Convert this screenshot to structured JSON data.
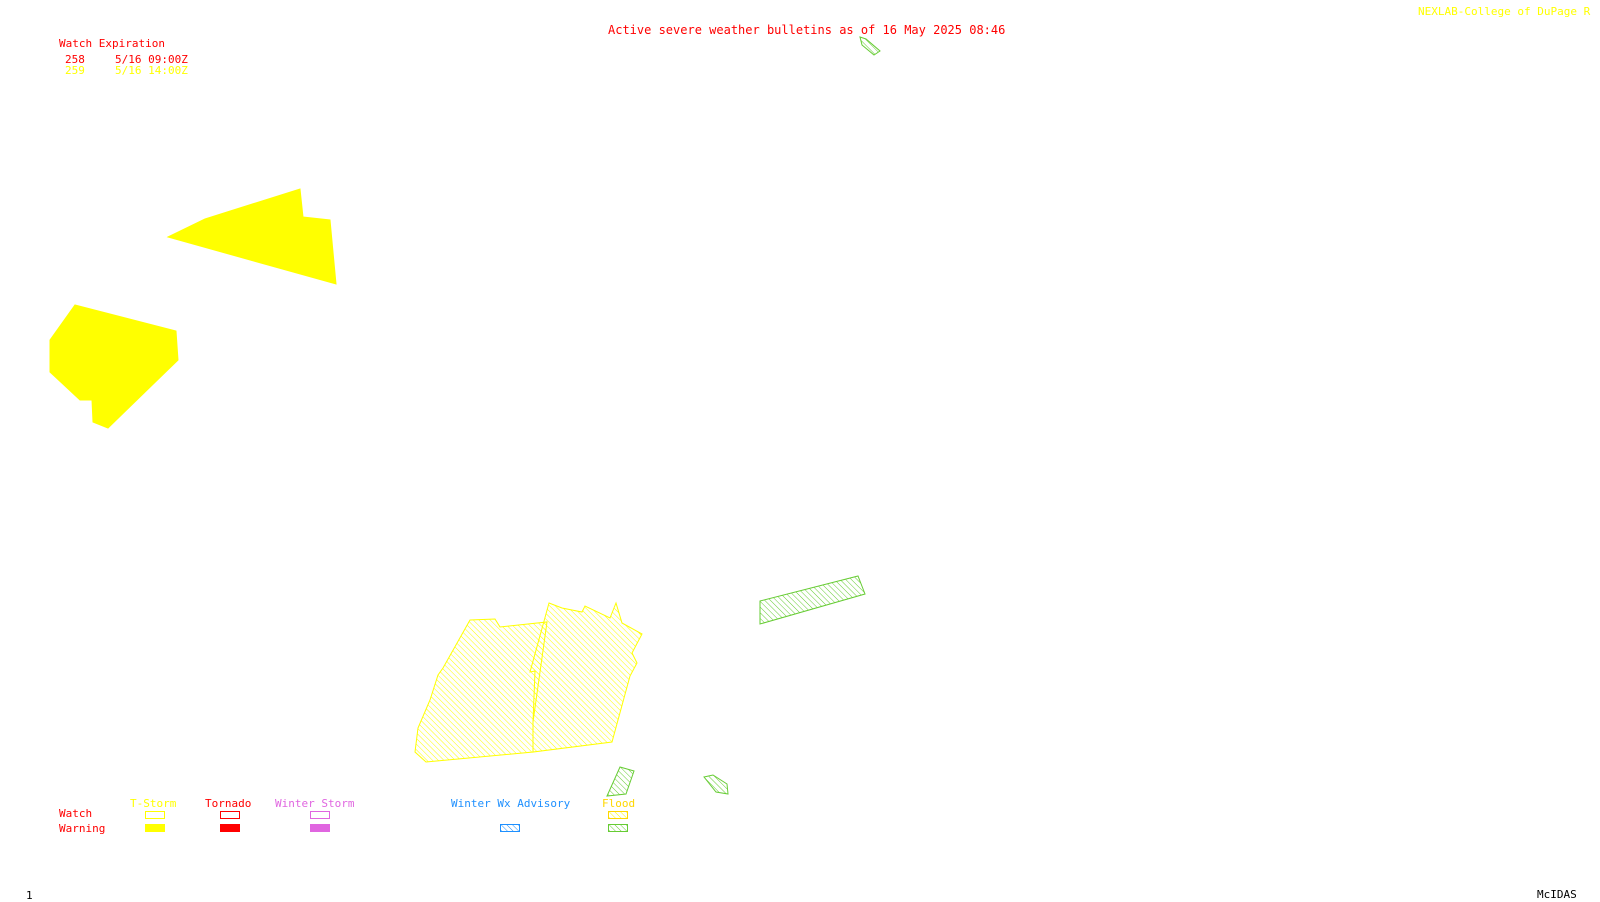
{
  "header": {
    "title": "Active severe weather bulletins as of 16 May 2025 08:46",
    "credit": "NEXLAB-College of DuPage R"
  },
  "watch_table": {
    "heading": "Watch Expiration",
    "rows": [
      {
        "id": "258",
        "expires": "5/16 09:00Z",
        "color": "#ff0000"
      },
      {
        "id": "259",
        "expires": "5/16 14:00Z",
        "color": "#ffff00"
      }
    ]
  },
  "legend": {
    "row_labels": {
      "watch": "Watch",
      "warning": "Warning"
    },
    "categories": [
      {
        "label": "T-Storm",
        "color": "#ffff00",
        "watch_style": "outline",
        "warning_style": "solid"
      },
      {
        "label": "Tornado",
        "color": "#ff0000",
        "watch_style": "outline",
        "warning_style": "solid"
      },
      {
        "label": "Winter Storm",
        "color": "#e066e0",
        "watch_style": "outline",
        "warning_style": "solid"
      },
      {
        "label": "Winter Wx Advisory",
        "color": "#1e90ff",
        "warning_style": "hatched"
      },
      {
        "label": "Flood",
        "color": "#ffd700",
        "warning_color": "#66cc33",
        "watch_style": "hatched",
        "warning_style": "hatched"
      }
    ]
  },
  "footer": {
    "frame_number": "1",
    "software": "McIDAS"
  },
  "colors": {
    "tstorm_warning": "#ffff00",
    "flood_watch": "#ffff00",
    "flood_warning": "#66cc33",
    "header_text": "#ff0000",
    "credit_text": "#ffff00"
  }
}
